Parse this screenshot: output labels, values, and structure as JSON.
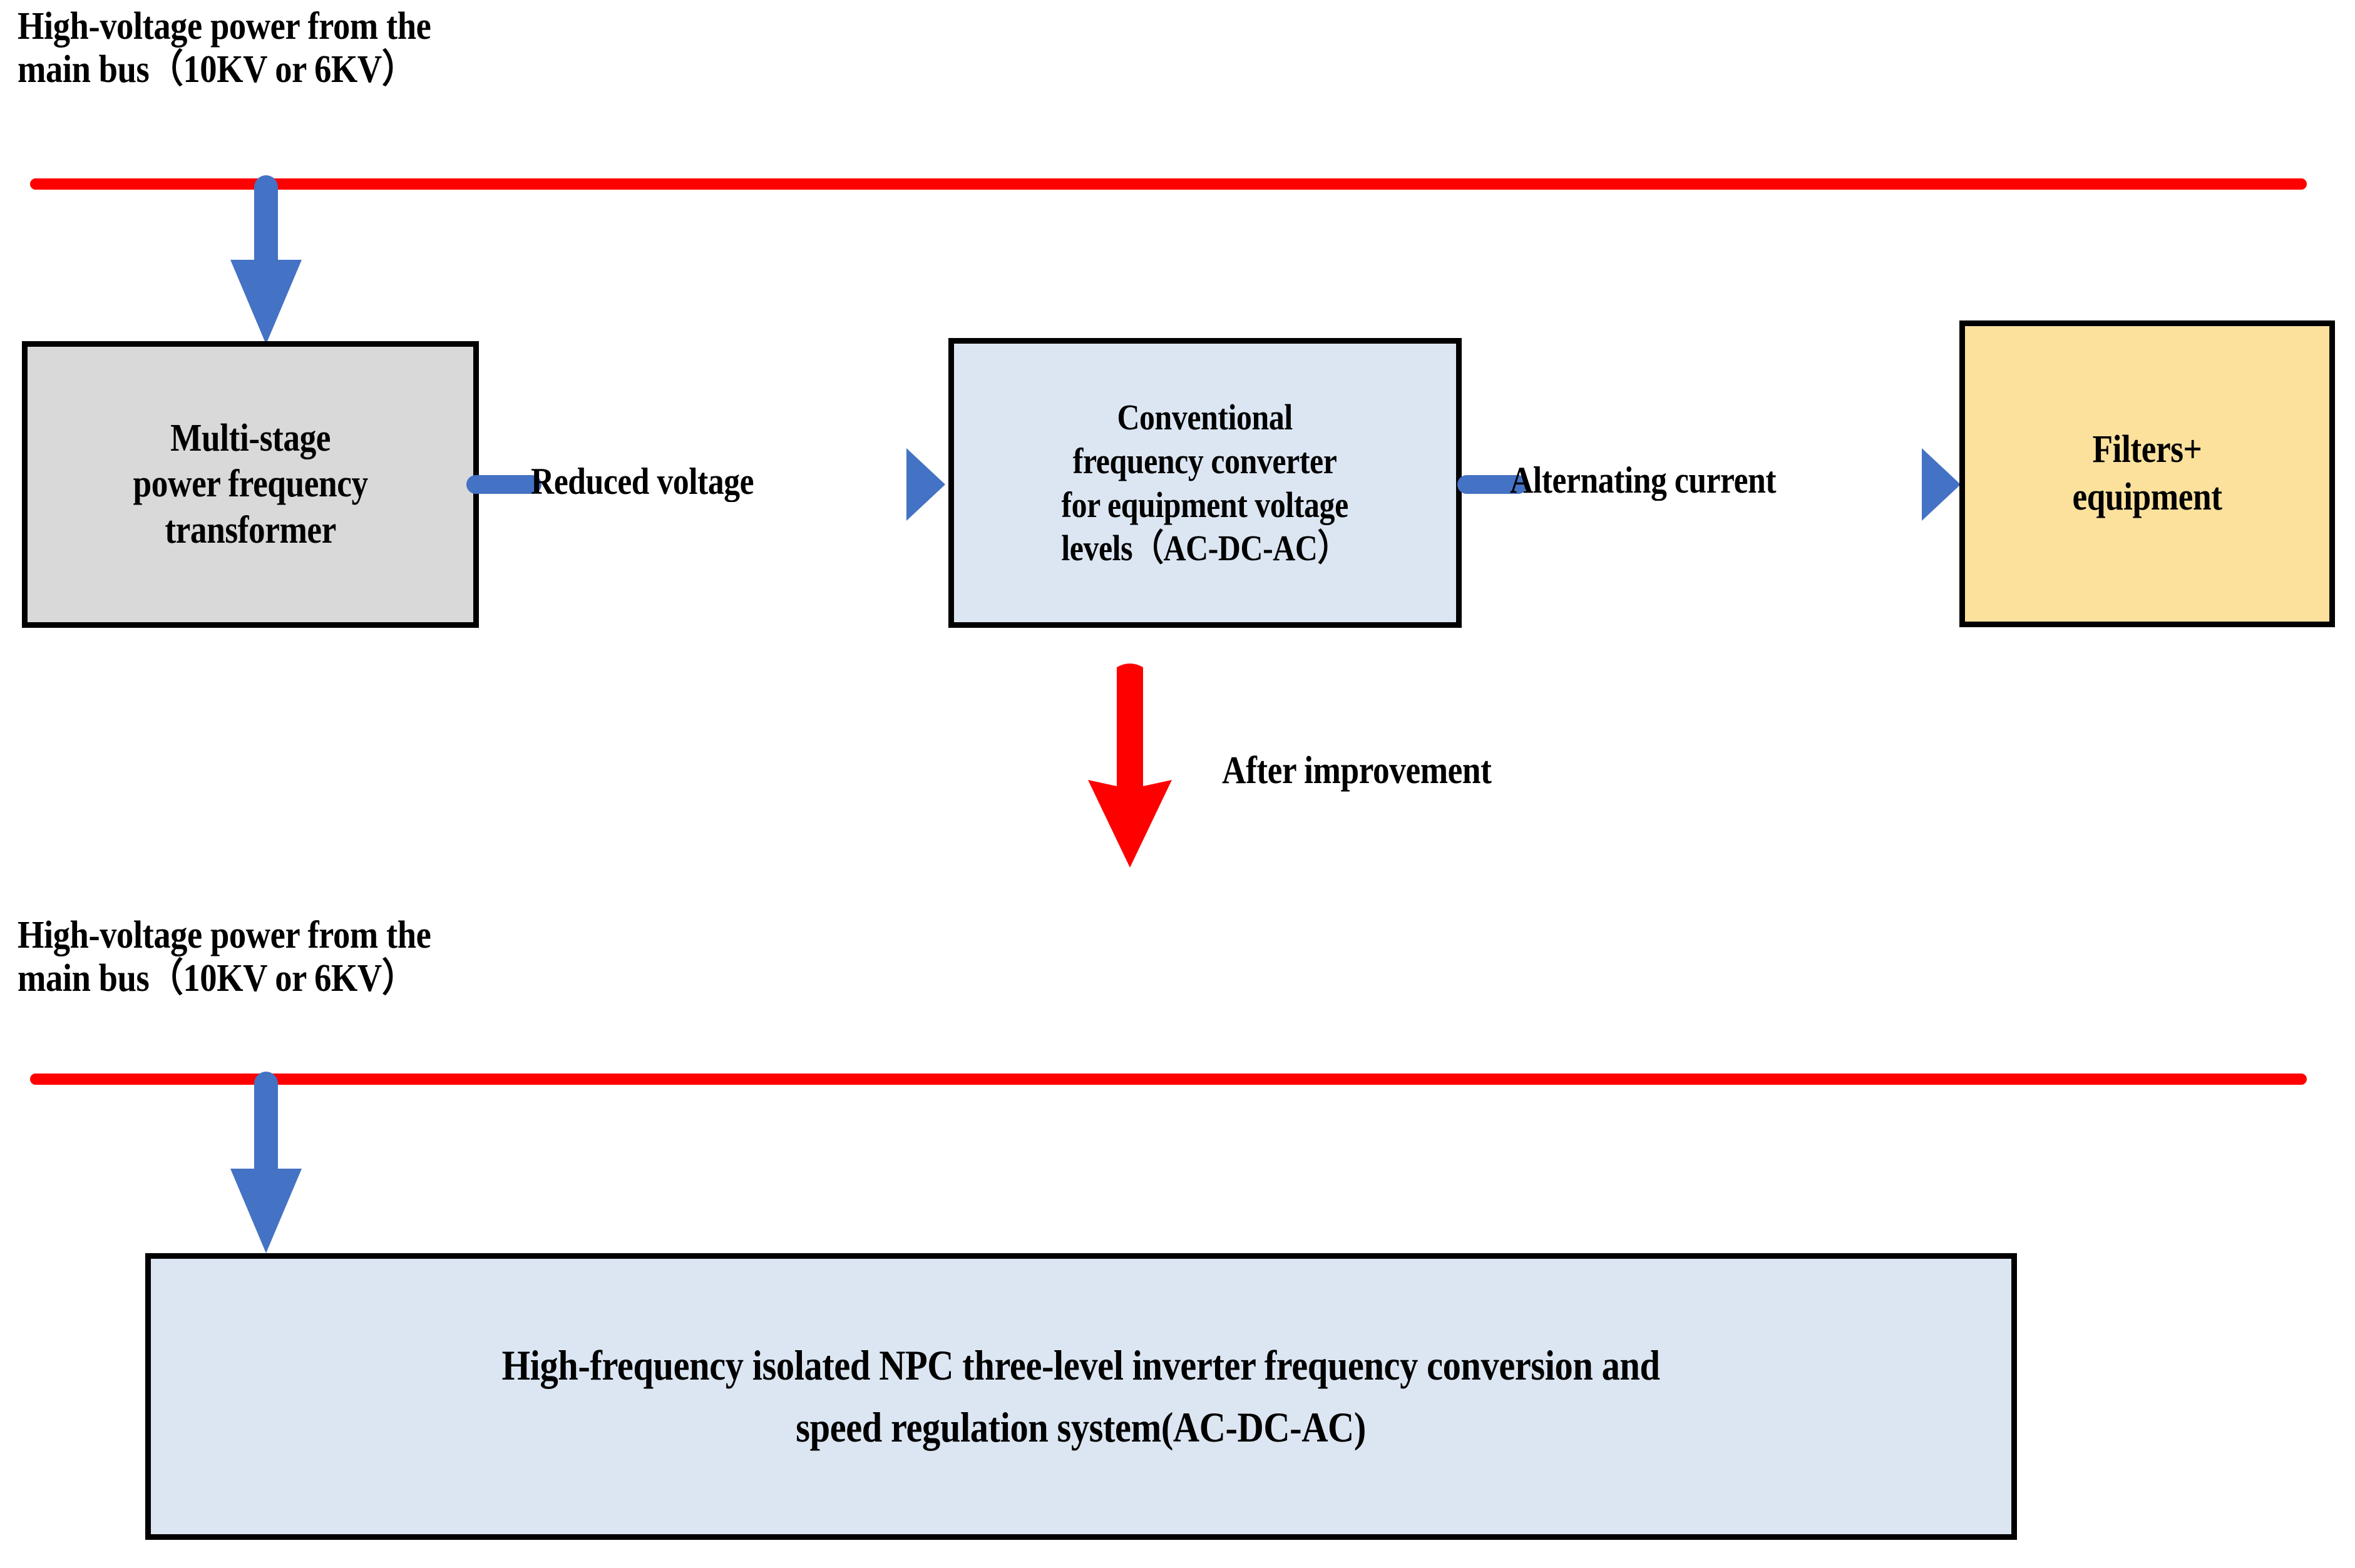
{
  "diagram": {
    "title_top": "High-voltage power from the\n main bus（10KV or 6KV）",
    "title_bottom": "High-voltage power from the\n main bus（10KV or 6KV）",
    "bus_top_name": "main-bus-line-top",
    "bus_bottom_name": "main-bus-line-bottom",
    "colors": {
      "bus_red": "#fe0000",
      "arrow_blue": "#4472c4",
      "arrow_red": "#fe0000",
      "box_gray": "#d9d9d9",
      "box_blue": "#dce6f2",
      "box_yellow": "#fce19c",
      "border_black": "#000000",
      "text_black": "#000000"
    }
  },
  "before": {
    "box_transformer": "Multi-stage\npower frequency\ntransformer",
    "box_converter": "Conventional\nfrequency converter\nfor equipment voltage\nlevels（AC-DC-AC）",
    "box_filters": "Filters+\nequipment",
    "link_reduced_voltage": "Reduced voltage",
    "link_alternating_current": "Alternating current"
  },
  "transition": {
    "label": "After improvement"
  },
  "after": {
    "box_system": "High-frequency isolated NPC three-level inverter frequency conversion and\nspeed regulation system(AC-DC-AC)"
  }
}
